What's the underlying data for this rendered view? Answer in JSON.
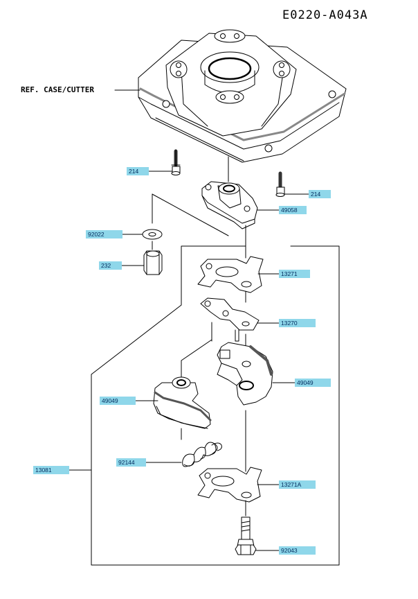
{
  "diagram": {
    "code": "E0220-A043A",
    "reference": "REF. CASE/CUTTER",
    "parts": [
      {
        "id": "bolt_left",
        "label": "214"
      },
      {
        "id": "bolt_right",
        "label": "214"
      },
      {
        "id": "holder",
        "label": "49058"
      },
      {
        "id": "washer",
        "label": "92022"
      },
      {
        "id": "nut",
        "label": "232"
      },
      {
        "id": "plate_top",
        "label": "13271"
      },
      {
        "id": "plate_mid",
        "label": "13270"
      },
      {
        "id": "shoe_right",
        "label": "49049"
      },
      {
        "id": "shoe_left",
        "label": "49049"
      },
      {
        "id": "spring",
        "label": "92144"
      },
      {
        "id": "assembly",
        "label": "13081"
      },
      {
        "id": "plate_bottom",
        "label": "13271A"
      },
      {
        "id": "shoulder_bolt",
        "label": "92043"
      }
    ],
    "colors": {
      "tag": "#8fd7ea",
      "tag_text": "#002a5c",
      "line": "#000000"
    }
  }
}
